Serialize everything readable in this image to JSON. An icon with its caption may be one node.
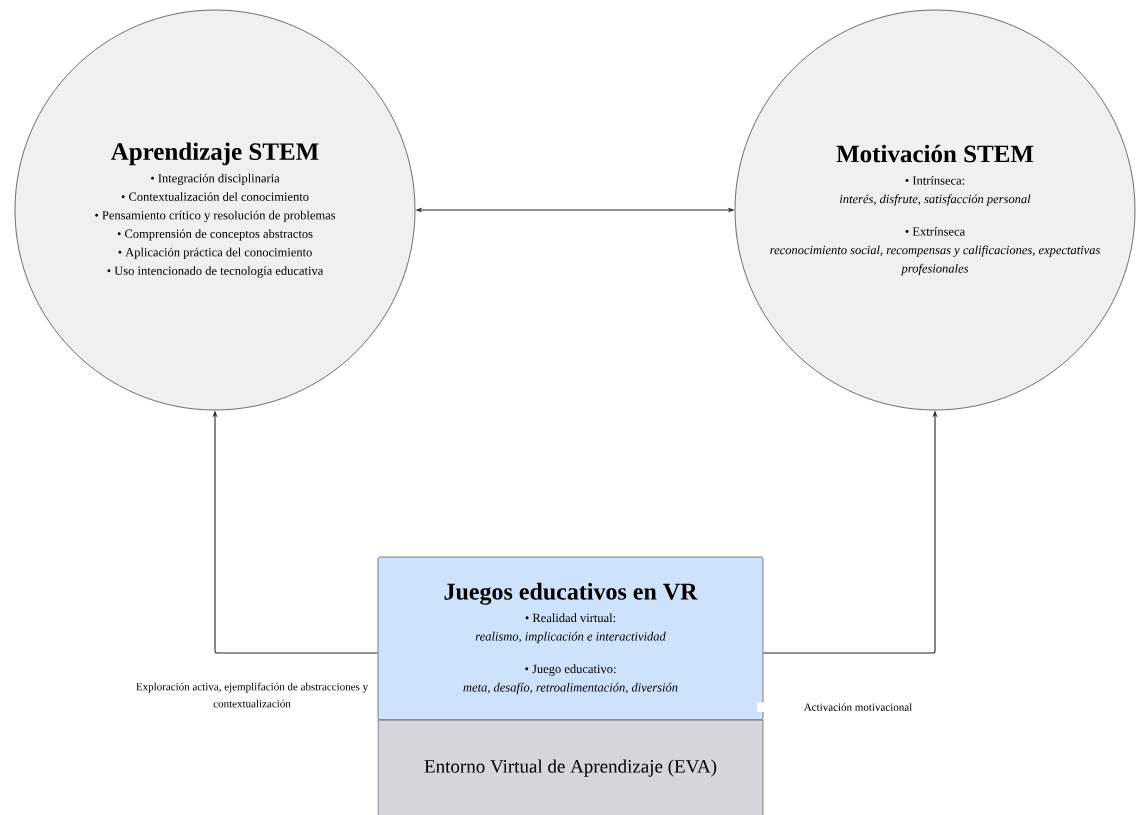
{
  "diagram": {
    "nodes": [
      {
        "text": [
          "Aprendizaje STEM",
          "• Integración disciplinaria",
          "• Contextualización del conocimiento",
          "• Pensamiento crítico y resolución de problemas",
          "• Comprensión de conceptos abstractos",
          "• Aplicación práctica del conocimiento",
          "• Uso intencionado de tecnología educativa"
        ]
      },
      {
        "text": [
          "Motivación STEM",
          "• Intrínseca:",
          "interés, disfrute, satisfacción personal",
          "• Extrínseca",
          "reconocimiento social, recompensas y calificaciones, expectativas profesionales"
        ]
      },
      {
        "text": [
          "Juegos educativos en VR",
          "• Realidad virtual:",
          "realismo, implicación e interactividad",
          "• Juego educativo:",
          "meta, desafío, retroalimentación, diversión"
        ]
      },
      {
        "text": [
          "Entorno Virtual de Aprendizaje (EVA)"
        ]
      }
    ],
    "edges": [
      {
        "from": 0,
        "to": 1,
        "arrow": "both"
      },
      {
        "from": 2,
        "to": 0,
        "arrow": "to",
        "label": "Exploración activa, ejemplifación de abstracciones y contextualización"
      },
      {
        "from": 2,
        "to": 1,
        "arrow": "to",
        "label": "Activación motivacional"
      }
    ]
  }
}
